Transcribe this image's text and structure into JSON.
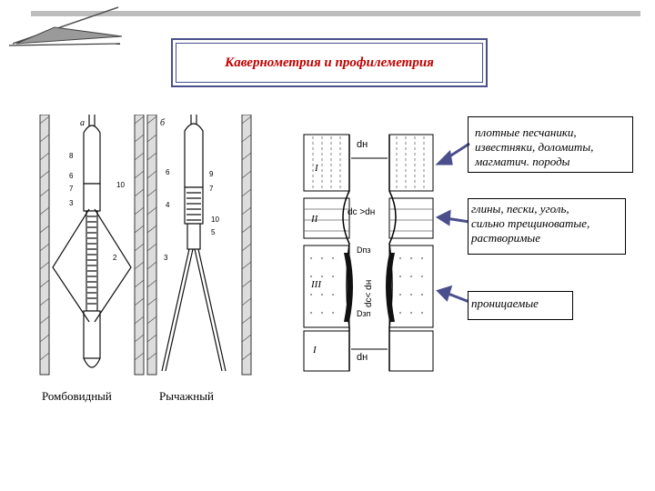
{
  "title": "Кавернометрия и профилеметрия",
  "tool_figure": {
    "panel_a": "а",
    "panel_b": "б",
    "part_numbers_a": [
      "8",
      "6",
      "7",
      "10",
      "3",
      "2"
    ],
    "part_numbers_b": [
      "6",
      "9",
      "7",
      "4",
      "10",
      "5",
      "3"
    ]
  },
  "captions": {
    "rhomboid": "Ромбовидный",
    "lever": "Рычажный"
  },
  "section_figure": {
    "zone_1": "I",
    "zone_2": "II",
    "zone_3": "III",
    "zone_4": "I",
    "dn_top": "dн",
    "dc_gt_dn": "dc >dн",
    "dc_lt_dn": "dc< dн",
    "dpz": "Dпз",
    "dzp": "Dзп",
    "dn_bottom": "dн"
  },
  "notes": {
    "dense": [
      "плотные песчаники,",
      "известняки, доломиты,",
      "магматич. породы"
    ],
    "clays": [
      "глины, пески, уголь,",
      "сильно трещиноватые,",
      "растворимые"
    ],
    "permeable": "проницаемые"
  },
  "colors": {
    "title_text": "#c00000",
    "frame": "#4a4f8c",
    "arrow": "#4a4f8c"
  }
}
